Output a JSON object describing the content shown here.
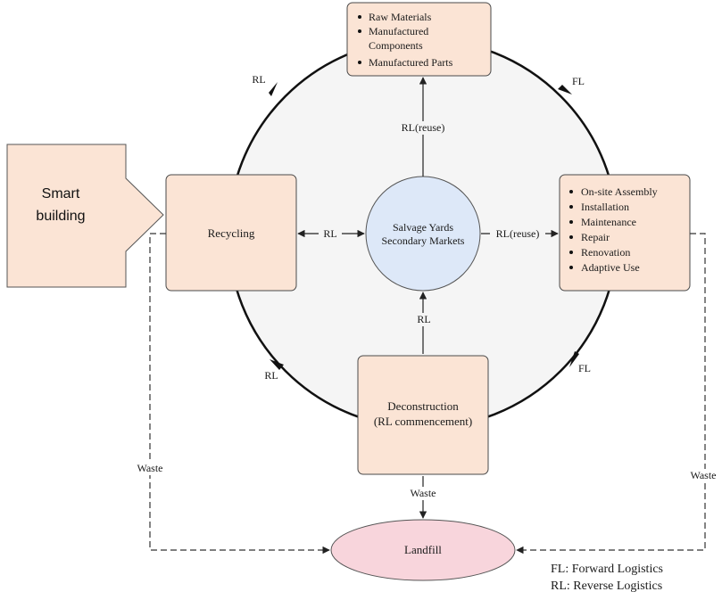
{
  "colors": {
    "box_fill": "#fbe4d5",
    "center_fill": "#dde8f8",
    "landfill_fill": "#f8d5dc",
    "circle_fill": "#f5f5f5"
  },
  "smart_building": {
    "line1": "Smart",
    "line2": "building"
  },
  "top_box": {
    "items": [
      "Raw Materials",
      "Manufactured",
      "Components",
      "Manufactured Parts"
    ]
  },
  "right_box": {
    "items": [
      "On-site Assembly",
      "Installation",
      "Maintenance",
      "Repair",
      "Renovation",
      "Adaptive Use"
    ]
  },
  "recycling": {
    "label": "Recycling"
  },
  "center": {
    "line1": "Salvage Yards",
    "line2": "Secondary Markets"
  },
  "deconstruction": {
    "line1": "Deconstruction",
    "line2": "(RL commencement)"
  },
  "landfill": {
    "label": "Landfill"
  },
  "labels": {
    "rl_top_left": "RL",
    "fl_top_right": "FL",
    "rl_reuse_top": "RL(reuse)",
    "rl_left": "RL",
    "rl_reuse_right": "RL(reuse)",
    "rl_bottom": "RL",
    "rl_bottom_left": "RL",
    "fl_bottom_right": "FL",
    "waste_left": "Waste",
    "waste_center": "Waste",
    "waste_right": "Waste"
  },
  "legend": {
    "fl": "FL: Forward Logistics",
    "rl": "RL: Reverse Logistics"
  }
}
